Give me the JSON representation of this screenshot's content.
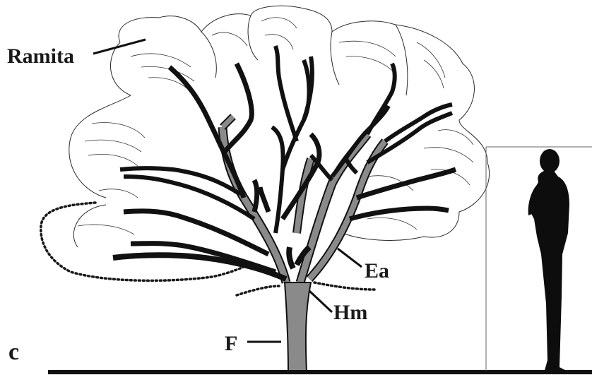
{
  "panel_letter": "c",
  "labels": {
    "ramita": "Ramita",
    "ea": "Ea",
    "hm": "Hm",
    "f": "F"
  },
  "colors": {
    "branch_dark": "#111111",
    "branch_gray": "#8a8a8a",
    "outline": "#2a2a2a"
  }
}
